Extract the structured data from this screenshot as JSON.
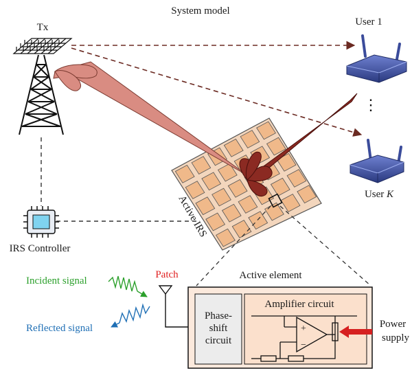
{
  "title": "System model",
  "labels": {
    "tx": "Tx",
    "user1": "User 1",
    "userk_prefix": "User ",
    "userk_var": "K",
    "dots": "⋮",
    "active_irs": "Active IRS",
    "irs_controller": "IRS Controller",
    "patch": "Patch",
    "incident_signal": "Incident signal",
    "reflected_signal": "Reflected signal",
    "active_element": "Active element",
    "amplifier_circuit": "Amplifier circuit",
    "phase_shift_line1": "Phase-",
    "phase_shift_line2": "shift",
    "phase_shift_line3": "circuit",
    "power_line1": "Power",
    "power_line2": "supply",
    "opamp_plus": "+",
    "opamp_minus": "−"
  },
  "colors": {
    "incident": "#2ca02c",
    "reflected": "#1f6fb5",
    "patch_label": "#e02020",
    "beam_light": "#d98c82",
    "beam_dark": "#8b2a22",
    "dashed_link": "#6b2a22",
    "irs_panel": "#f3d6bd",
    "irs_cell": "#f0b98a",
    "element_box": "#fbe9dc",
    "phase_box": "#ececec",
    "power_arrow": "#d62020",
    "router": "#3b4c9b"
  }
}
